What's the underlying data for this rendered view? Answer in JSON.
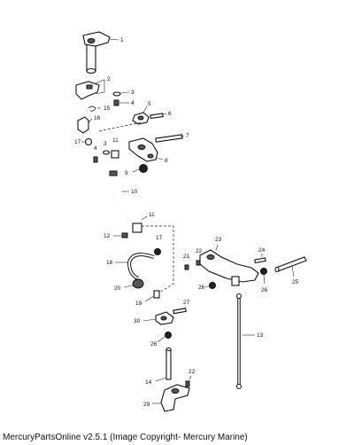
{
  "callouts": {
    "c1": "1",
    "c2": "2",
    "c3a": "3",
    "c4a": "4",
    "c15": "15",
    "c5": "5",
    "c6": "6",
    "c16": "16",
    "c7": "7",
    "c17a": "17",
    "c3b": "3",
    "c4b": "4",
    "c11a": "11",
    "c8": "8",
    "c9": "9",
    "c10": "10",
    "c11b": "11",
    "c12": "12",
    "c17b": "17",
    "c18": "18",
    "c21": "21",
    "c22a": "22",
    "c23": "23",
    "c24": "24",
    "c25": "25",
    "c26a": "26",
    "c26b": "26",
    "c20": "20",
    "c19": "19",
    "c27": "27",
    "c30": "30",
    "c13": "13",
    "c26c": "26",
    "c14": "14",
    "c22b": "22",
    "c29": "29"
  },
  "footer": {
    "text": "MercuryPartsOnline v2.5.1 (Image Copyright- Mercury Marine)"
  }
}
